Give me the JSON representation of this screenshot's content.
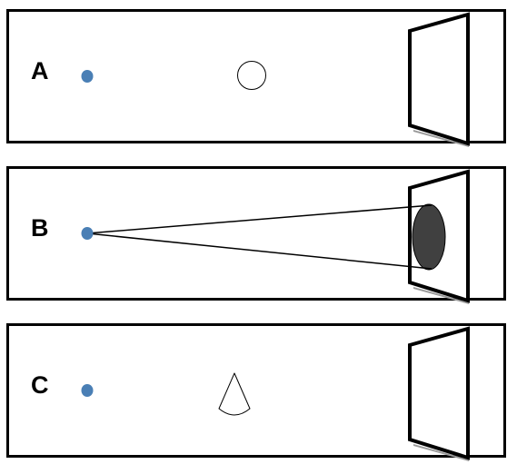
{
  "panels": [
    {
      "label": "A",
      "object": "sphere",
      "shadow": false
    },
    {
      "label": "B",
      "object": "none",
      "shadow": true
    },
    {
      "label": "C",
      "object": "cone",
      "shadow": false
    }
  ],
  "colors": {
    "light_source": "#4a7fb5",
    "shadow": "#404040",
    "outline": "#000000",
    "background": "#ffffff"
  }
}
